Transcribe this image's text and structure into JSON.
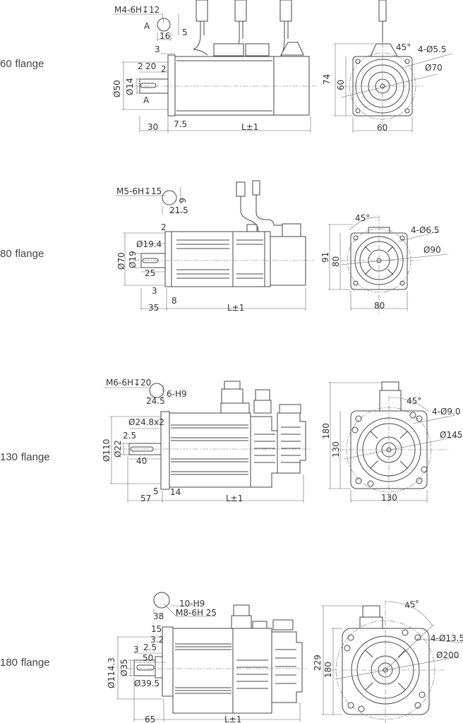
{
  "sections": [
    {
      "title_num": "60",
      "title_word": "flange",
      "thread": "M4-6H↧12",
      "sec_a": "A",
      "key_w": "16",
      "key_d": "5",
      "dim_3": "3",
      "dim_2a": "2",
      "dim_20": "20",
      "dim_2b": "2",
      "d_pilot": "Ø50",
      "d_shaft": "Ø14",
      "sec_a2": "A",
      "len_shaft": "30",
      "dim_7_5": "7.5",
      "len_body": "L±1",
      "h_total": "74",
      "h_sq": "60",
      "w_sq": "60",
      "angle": "45°",
      "holes": "4-Ø5.5",
      "pcd": "Ø70"
    },
    {
      "title_num": "80",
      "title_word": "flange",
      "thread": "M5-6H↧15",
      "key_d": "6",
      "key_w": "21.5",
      "dim_2": "2",
      "d_step": "Ø19.4",
      "d_pilot": "Ø70",
      "d_shaft": "Ø19",
      "key_len": "25",
      "dim_3": "3",
      "dim_8": "8",
      "len_shaft": "35",
      "len_body": "L±1",
      "h_total": "91",
      "h_sq": "80",
      "w_sq": "80",
      "angle": "45°",
      "holes": "4-Ø6.5",
      "pcd": "Ø90"
    },
    {
      "title_num": "130",
      "title_word": "flange",
      "thread": "M6-6H↧20",
      "key_w": "6-H9",
      "key_d": "24.5",
      "d_step": "Ø24.8x2",
      "dim_2_5": "2.5",
      "d_pilot": "Ø110",
      "d_shaft": "Ø22",
      "key_len": "40",
      "dim_5": "5",
      "dim_14": "14",
      "len_shaft": "57",
      "len_body": "L±1",
      "h_total": "180",
      "h_sq": "130",
      "w_sq": "130",
      "angle": "45°",
      "holes": "4-Ø9.0",
      "pcd": "Ø145"
    },
    {
      "title_num": "180",
      "title_word": "flange",
      "key_w": "10-H9",
      "key_d": "38",
      "thread": "M8-6H  25",
      "dim_15": "15",
      "dim_3_2": "3.2",
      "dim_3": "3",
      "dim_2_5": "2.5",
      "key_len": "50",
      "d_pilot": "Ø114.3",
      "d_shaft": "Ø35",
      "d_step": "Ø39.5",
      "len_shaft": "65",
      "len_body": "L±1",
      "h_total": "229",
      "h_sq": "180",
      "angle": "45°",
      "holes": "4-Ø13.5",
      "pcd": "Ø200"
    }
  ]
}
